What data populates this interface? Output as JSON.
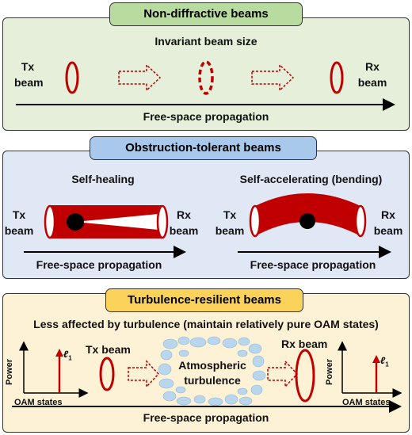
{
  "panels": {
    "nondiffractive": {
      "title": "Non-diffractive beams",
      "subtitle": "Invariant beam size",
      "tx": "Tx\nbeam",
      "rx": "Rx\nbeam",
      "axis": "Free-space propagation"
    },
    "obstruction": {
      "title": "Obstruction-tolerant beams",
      "left_heading": "Self-healing",
      "right_heading": "Self-accelerating (bending)",
      "tx_left": "Tx\nbeam",
      "rx_left": "Rx\nbeam",
      "tx_right": "Tx\nbeam",
      "rx_right": "Rx\nbeam",
      "axis_left": "Free-space propagation",
      "axis_right": "Free-space propagation"
    },
    "turbulence": {
      "title": "Turbulence-resilient beams",
      "subtitle": "Less affected by turbulence (maintain relatively pure OAM states)",
      "tx_beam": "Tx beam",
      "rx_beam": "Rx beam",
      "medium": "Atmospheric\nturbulence",
      "y_label": "Power",
      "x_label": "OAM states",
      "mode_label": "ℓ",
      "mode_sub": "1",
      "axis": "Free-space propagation"
    }
  },
  "colors": {
    "beam": "#c00000",
    "panel1": "#e5efd9",
    "panel2": "#dfe8f4",
    "panel3": "#fdf1d6",
    "tag1": "#b8dca0",
    "tag2": "#a8c9ec",
    "tag3": "#fbd25a",
    "turbulence": "#b9d6ec"
  }
}
